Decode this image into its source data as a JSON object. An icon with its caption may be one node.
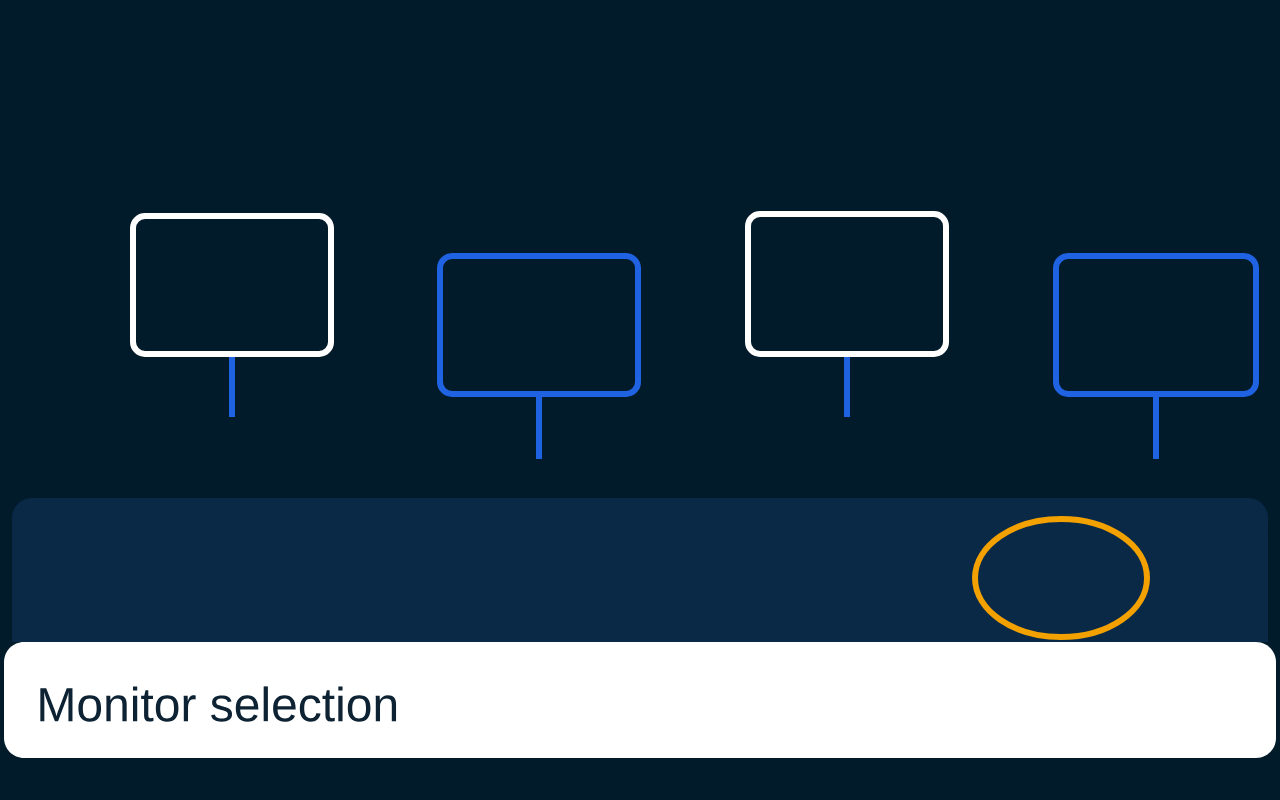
{
  "diagram": {
    "caption": "Monitor selection",
    "nodes": [
      {
        "text": [],
        "shape": "monitor"
      },
      {
        "text": [],
        "shape": "monitor"
      },
      {
        "text": [],
        "shape": "monitor"
      },
      {
        "text": [],
        "shape": "monitor"
      },
      {
        "text": [],
        "shape": "band"
      },
      {
        "text": [],
        "shape": "ellipse",
        "in": 4
      }
    ]
  }
}
